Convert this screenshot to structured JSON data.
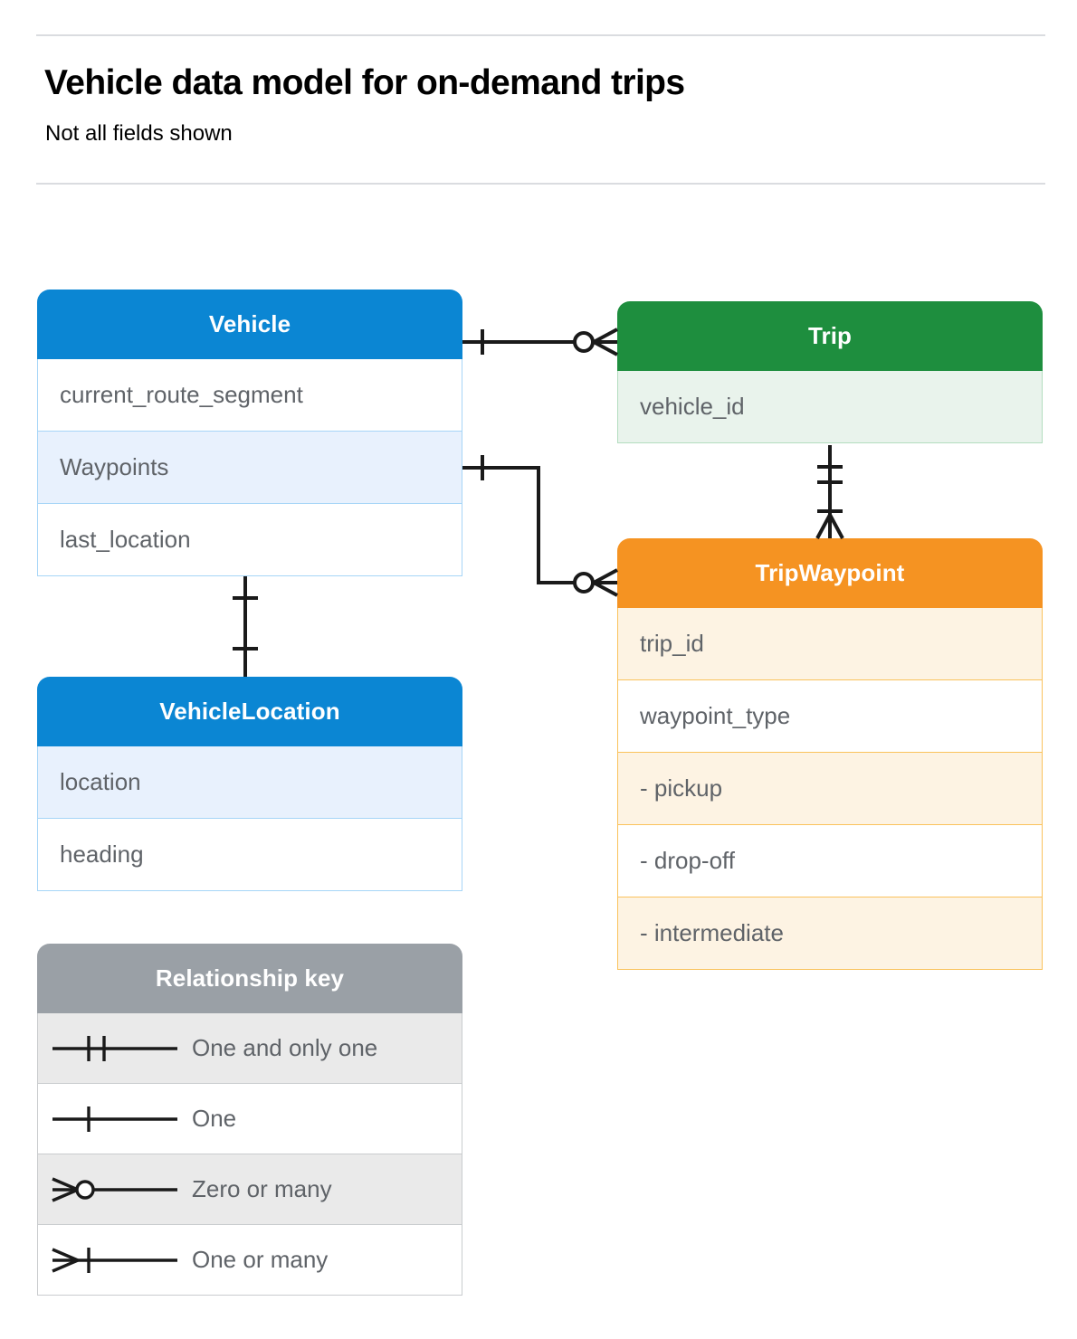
{
  "header": {
    "title": "Vehicle data model for on-demand trips",
    "subtitle": "Not all fields shown"
  },
  "colors": {
    "blue_header": "#0b86d3",
    "blue_row_border": "#a6d5f7",
    "blue_row_alt": "#e8f1fd",
    "green_header": "#1e8e3e",
    "green_row_border": "#b3ddbf",
    "green_row_alt": "#e9f3ec",
    "orange_header": "#f59322",
    "orange_row_border": "#fac25c",
    "orange_row_alt": "#fdf3e3",
    "grey_header": "#9aa0a6",
    "grey_row_border": "#c9ccce",
    "grey_row_alt": "#eaeaea",
    "connector_stroke": "#1a1a1a",
    "rule": "#dadce0",
    "field_text": "#5f6368"
  },
  "entities": {
    "vehicle": {
      "name": "Vehicle",
      "fields": [
        {
          "label": "current_route_segment"
        },
        {
          "label": "Waypoints"
        },
        {
          "label": "last_location"
        }
      ]
    },
    "trip": {
      "name": "Trip",
      "fields": [
        {
          "label": "vehicle_id"
        }
      ]
    },
    "tripwaypoint": {
      "name": "TripWaypoint",
      "fields": [
        {
          "label": "trip_id"
        },
        {
          "label": "waypoint_type"
        },
        {
          "label": "-  pickup"
        },
        {
          "label": "-  drop-off"
        },
        {
          "label": "-  intermediate"
        }
      ]
    },
    "vehiclelocation": {
      "name": "VehicleLocation",
      "fields": [
        {
          "label": "location"
        },
        {
          "label": "heading"
        }
      ]
    }
  },
  "legend": {
    "title": "Relationship key",
    "rows": [
      {
        "symbol": "one-and-only-one-icon",
        "label": "One and only one"
      },
      {
        "symbol": "one-icon",
        "label": "One"
      },
      {
        "symbol": "zero-or-many-icon",
        "label": "Zero or many"
      },
      {
        "symbol": "one-or-many-icon",
        "label": "One or many"
      }
    ]
  },
  "relationships": [
    {
      "id": "vehicle-to-trip",
      "from": "Vehicle",
      "to": "Trip",
      "from_cardinality": "One",
      "to_cardinality": "Zero or many"
    },
    {
      "id": "vehicle-waypoints-to-tripwaypoint",
      "from": "Vehicle.Waypoints",
      "to": "TripWaypoint",
      "from_cardinality": "One",
      "to_cardinality": "Zero or many"
    },
    {
      "id": "trip-to-tripwaypoint",
      "from": "Trip",
      "to": "TripWaypoint",
      "from_cardinality": "One and only one",
      "to_cardinality": "One or many"
    },
    {
      "id": "vehicle-to-vehiclelocation",
      "from": "Vehicle",
      "to": "VehicleLocation",
      "from_cardinality": "One",
      "to_cardinality": "One"
    }
  ]
}
